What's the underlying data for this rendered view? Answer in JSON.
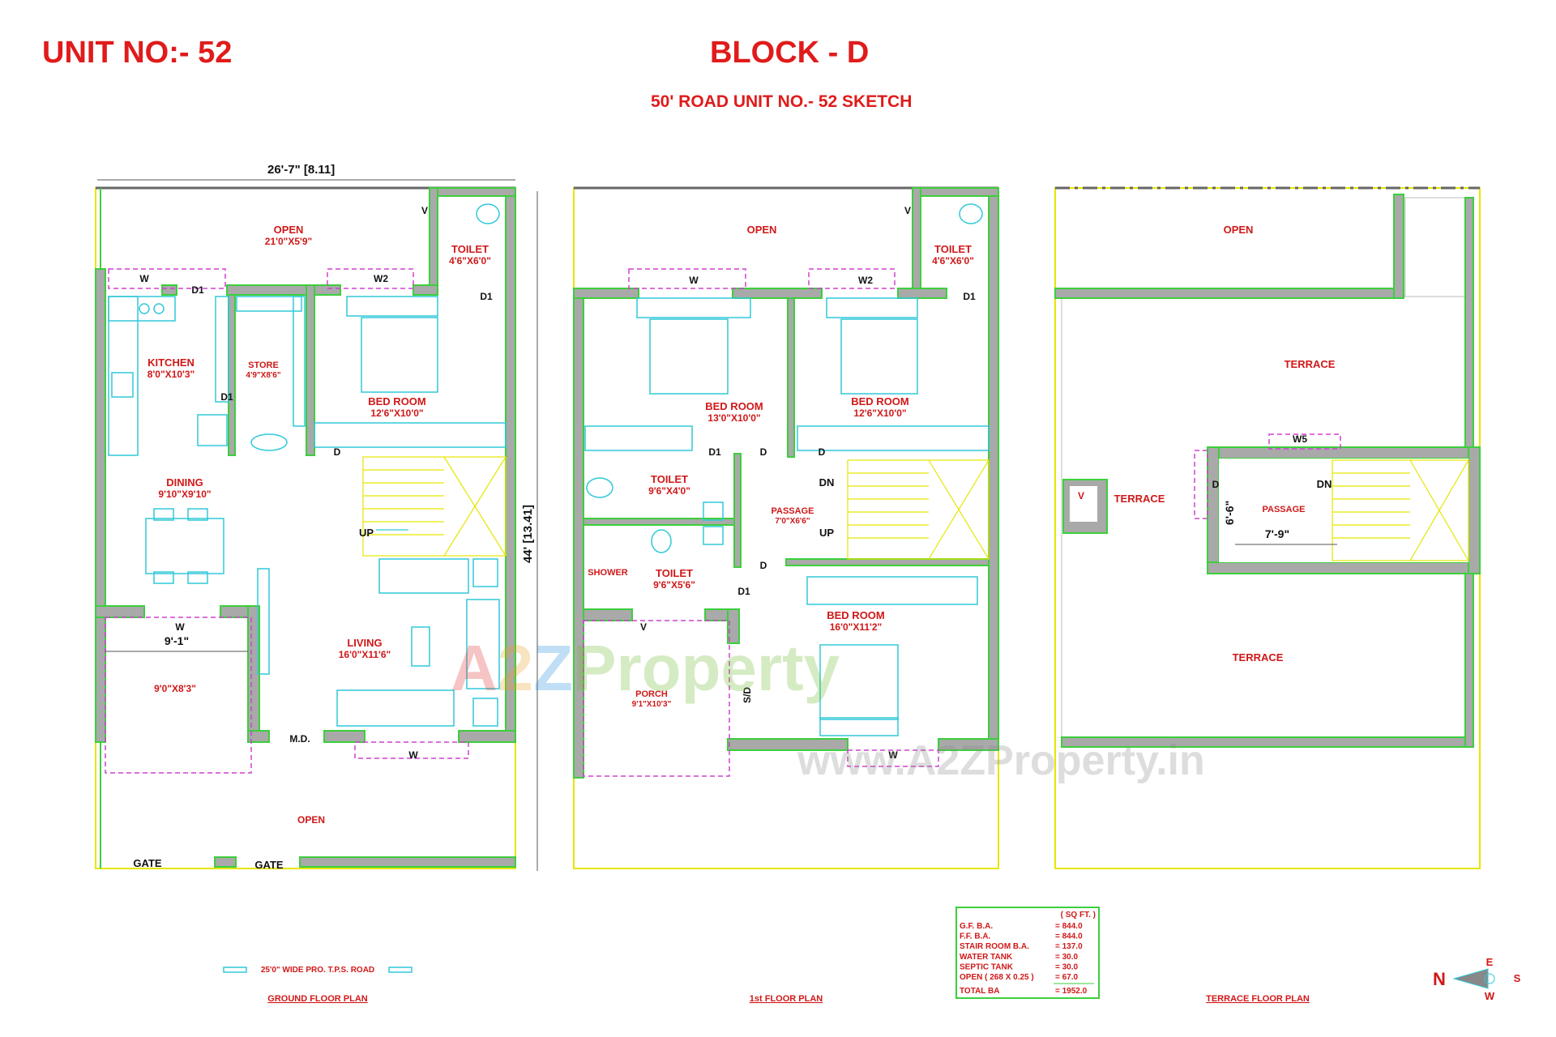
{
  "header": {
    "unit": "UNIT NO:- 52",
    "block": "BLOCK - D",
    "subtitle": "50' ROAD UNIT NO.- 52 SKETCH"
  },
  "ground_floor": {
    "width_dim": "26'-7\" [8.11]",
    "height_dim": "44' [13.41]",
    "rooms": {
      "open_top": "OPEN",
      "open_top_size": "21'0\"X5'9\"",
      "toilet": "TOILET",
      "toilet_size": "4'6\"X6'0\"",
      "kitchen": "KITCHEN",
      "kitchen_size": "8'0\"X10'3\"",
      "store": "STORE",
      "store_size": "4'9\"X8'6\"",
      "bedroom": "BED ROOM",
      "bedroom_size": "12'6\"X10'0\"",
      "dining": "DINING",
      "dining_size": "9'10\"X9'10\"",
      "living": "LIVING",
      "living_size": "16'0\"X11'6\"",
      "parking_width": "9'-1\"",
      "parking_size": "9'0\"X8'3\"",
      "open_bottom": "OPEN"
    },
    "tags": {
      "w": "W",
      "w2": "W2",
      "d1": "D1",
      "d": "D",
      "v": "V",
      "up": "UP",
      "md": "M.D.",
      "gate": "GATE"
    },
    "road": "25'0\" WIDE PRO. T.P.S. ROAD",
    "caption": "GROUND FLOOR PLAN"
  },
  "first_floor": {
    "rooms": {
      "open": "OPEN",
      "toilet_top": "TOILET",
      "toilet_top_size": "4'6\"X6'0\"",
      "bedroom1": "BED ROOM",
      "bedroom1_size": "13'0\"X10'0\"",
      "bedroom2": "BED ROOM",
      "bedroom2_size": "12'6\"X10'0\"",
      "toilet2": "TOILET",
      "toilet2_size": "9'6\"X4'0\"",
      "passage": "PASSAGE",
      "passage_size": "7'0\"X6'6\"",
      "shower": "SHOWER",
      "toilet3": "TOILET",
      "toilet3_size": "9'6\"X5'6\"",
      "bedroom3": "BED ROOM",
      "bedroom3_size": "16'0\"X11'2\"",
      "porch": "PORCH",
      "porch_size": "9'1\"X10'3\"",
      "sd": "S/D"
    },
    "tags": {
      "dn": "DN"
    },
    "caption": "1st FLOOR PLAN"
  },
  "terrace_floor": {
    "rooms": {
      "open": "OPEN",
      "terrace_top": "TERRACE",
      "terrace_left": "TERRACE",
      "terrace_bottom": "TERRACE",
      "passage": "PASSAGE",
      "passage_w": "7'-9\"",
      "passage_h": "6'-6\""
    },
    "tags": {
      "w5": "W5"
    },
    "caption": "TERRACE FLOOR PLAN"
  },
  "area_table": {
    "unit_header": "( SQ FT. )",
    "rows": [
      {
        "label": "G.F. B.A.",
        "value": "= 844.0"
      },
      {
        "label": "F.F. B.A.",
        "value": "= 844.0"
      },
      {
        "label": "STAIR ROOM B.A.",
        "value": "= 137.0"
      },
      {
        "label": "WATER TANK",
        "value": "=   30.0"
      },
      {
        "label": "SEPTIC TANK",
        "value": "=   30.0"
      },
      {
        "label": "OPEN ( 268 X 0.25 )",
        "value": "=   67.0"
      }
    ],
    "total_label": "TOTAL BA",
    "total_value": "= 1952.0"
  },
  "compass": {
    "n": "N",
    "e": "E",
    "s": "S",
    "w": "W"
  },
  "watermark": {
    "brand_a": "A",
    "brand_2": "2",
    "brand_z": "Z",
    "brand_rest": "Property",
    "url": "www.A2ZProperty.in"
  },
  "colors": {
    "label_red": "#d01818",
    "wall_fill": "#a9a9a9",
    "wall_edge": "#3ccf3c",
    "boundary": "#e6e600",
    "fixture": "#30c9d8",
    "window": "#d040d0"
  }
}
